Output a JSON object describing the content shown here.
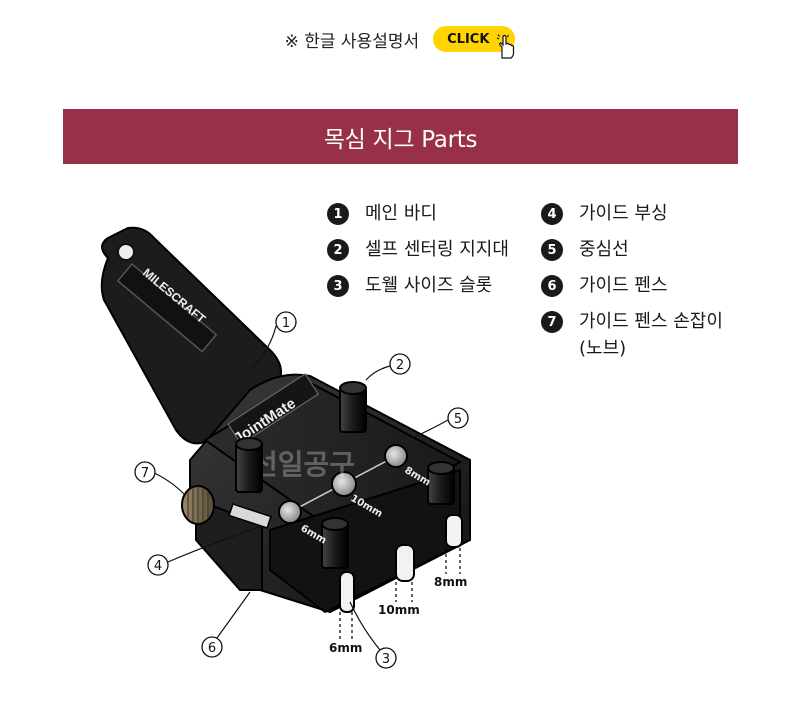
{
  "header": {
    "manual_text": "※ 한글 사용설명서",
    "click_label": "CLICK"
  },
  "banner": {
    "title": "목심 지그 Parts"
  },
  "parts": [
    {
      "num": "1",
      "label": "메인 바디"
    },
    {
      "num": "2",
      "label": "셀프 센터링 지지대"
    },
    {
      "num": "3",
      "label": "도웰 사이즈 슬롯"
    },
    {
      "num": "4",
      "label": "가이드 부싱"
    },
    {
      "num": "5",
      "label": "중심선"
    },
    {
      "num": "6",
      "label": "가이드 펜스"
    },
    {
      "num": "7",
      "label": "가이드 펜스 손잡이\n(노브)"
    }
  ],
  "image": {
    "brand_handle": "MILESCRAFT",
    "brand_body": "JointMate",
    "watermark": "선일공구",
    "size_labels": [
      "6mm",
      "10mm",
      "8mm"
    ],
    "callouts": [
      "1",
      "2",
      "3",
      "4",
      "5",
      "6",
      "7"
    ]
  },
  "colors": {
    "banner": "#98304a",
    "click": "#ffd400",
    "bullet": "#1a1a1a"
  }
}
